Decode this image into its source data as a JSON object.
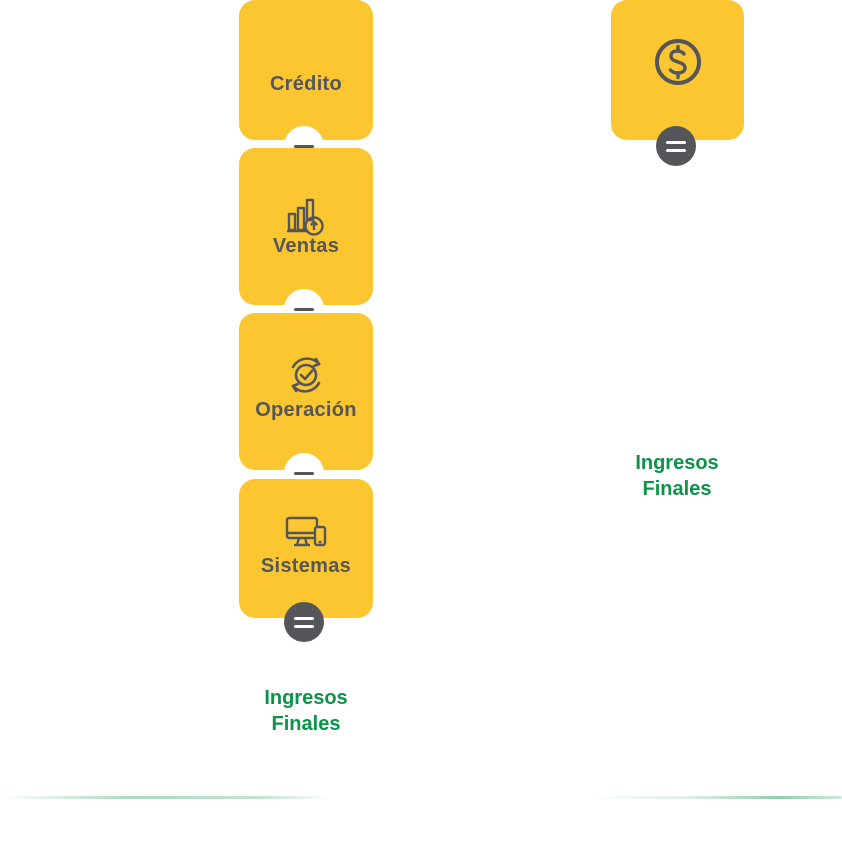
{
  "left_column": {
    "cards": [
      {
        "label": "Crédito",
        "icon": "none"
      },
      {
        "label": "Ventas",
        "icon": "bar-chart-growth-icon"
      },
      {
        "label": "Operación",
        "icon": "process-check-icon"
      },
      {
        "label": "Sistemas",
        "icon": "devices-icon"
      }
    ],
    "operators": [
      "minus",
      "minus",
      "minus",
      "equals"
    ],
    "result": {
      "line1": "Ingresos",
      "line2": "Finales"
    }
  },
  "right_column": {
    "card": {
      "icon": "dollar-coin-icon"
    },
    "operator": "equals",
    "result": {
      "line1": "Ingresos",
      "line2": "Finales"
    }
  },
  "colors": {
    "card": "#fcc631",
    "text": "#54565a",
    "accent_green": "#0a9447",
    "operator_dark": "#54565a"
  }
}
